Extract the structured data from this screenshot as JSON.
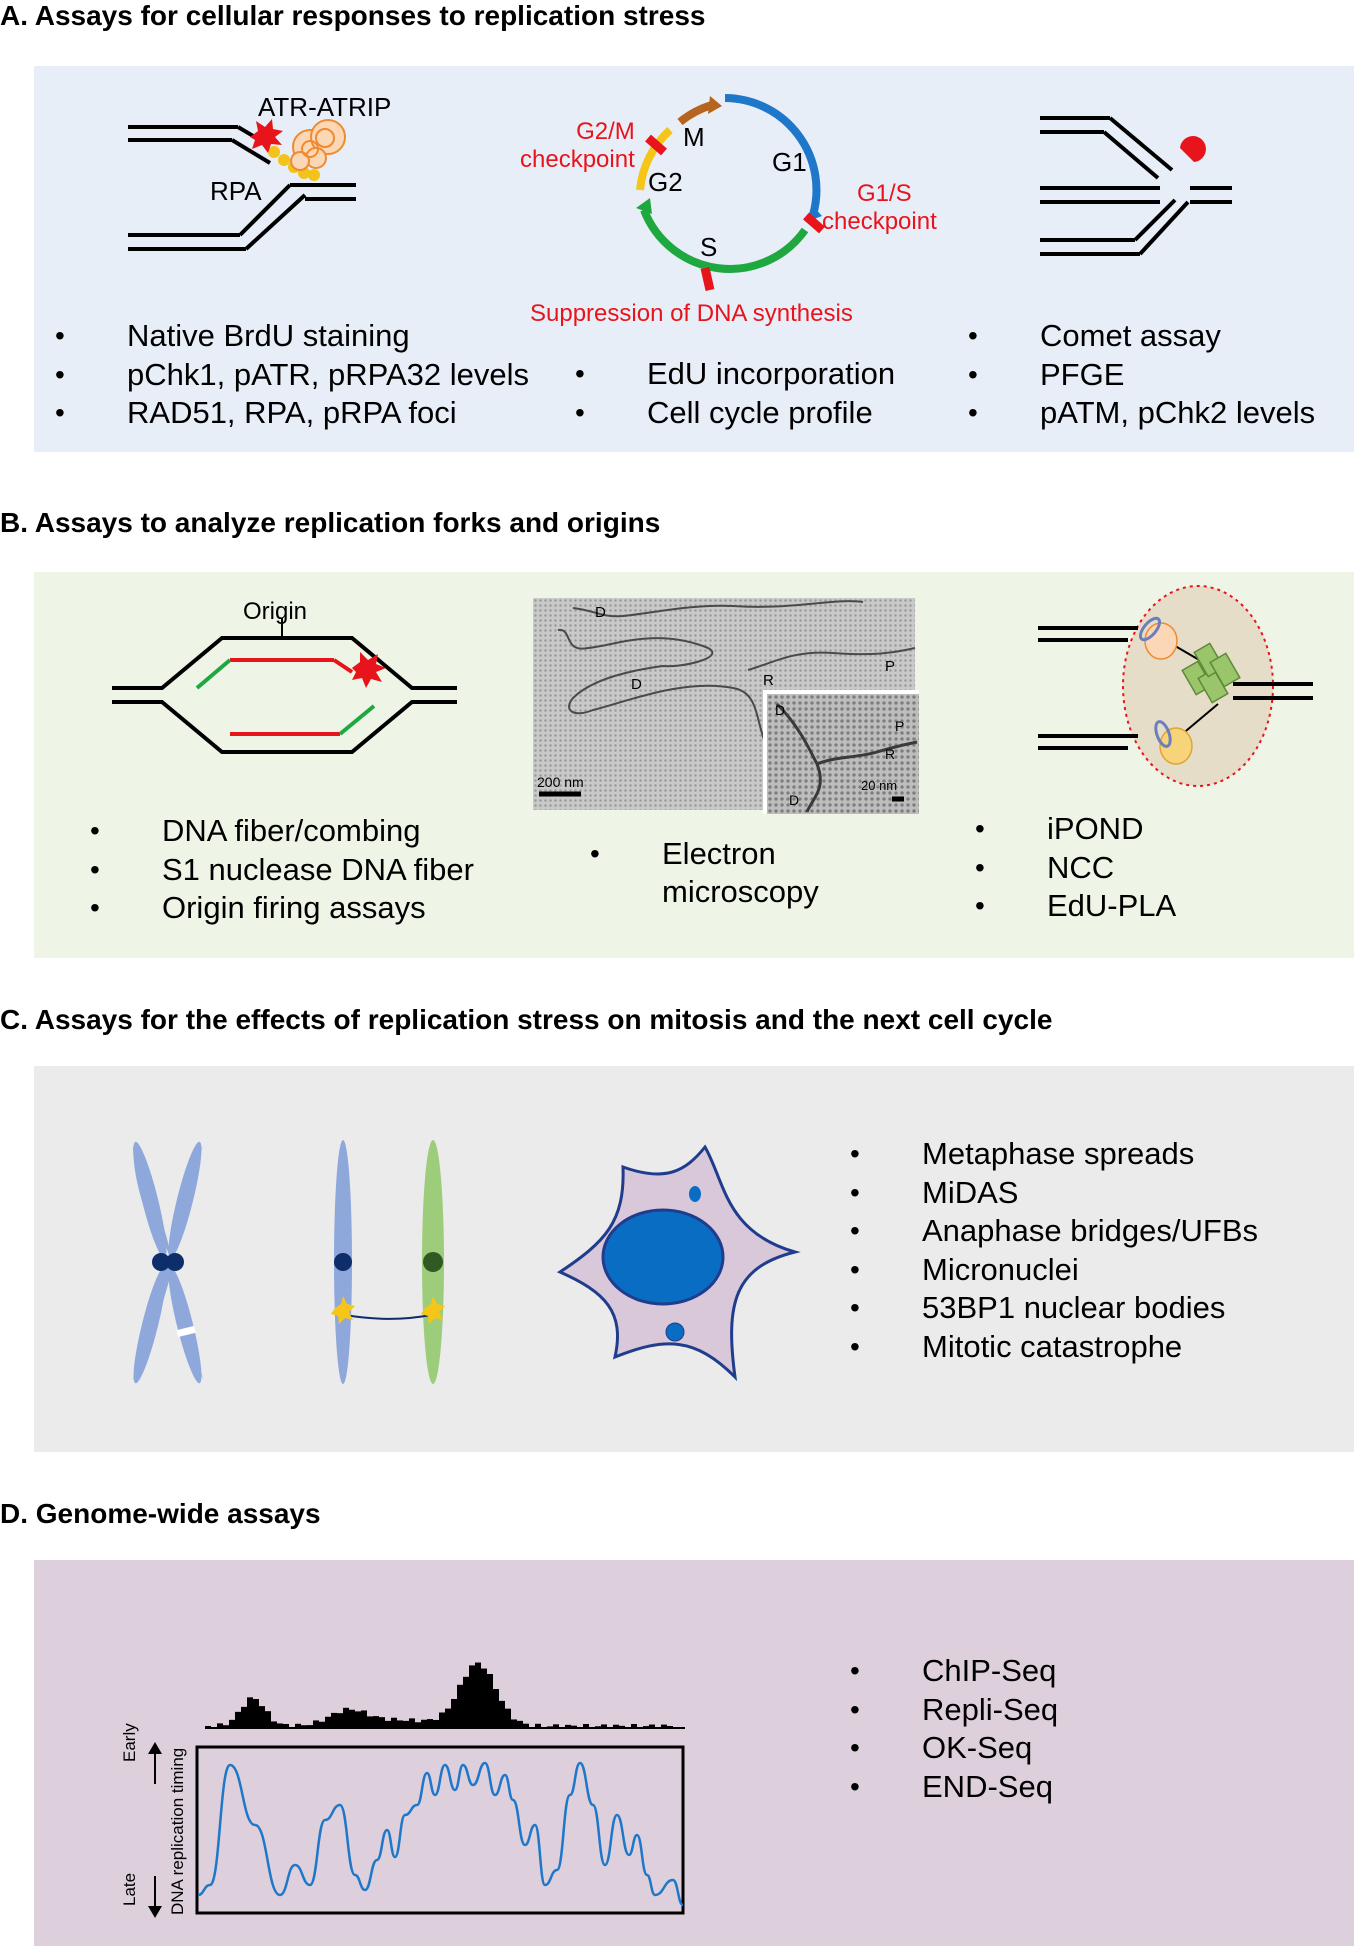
{
  "sections": {
    "a": {
      "heading": "A. Assays for cellular responses to replication stress",
      "labels": {
        "atr_atrip": "ATR-ATRIP",
        "rpa": "RPA",
        "g2m": [
          "G2/M",
          "checkpoint"
        ],
        "g1s": [
          "G1/S",
          "checkpoint"
        ],
        "phase_m": "M",
        "phase_g1": "G1",
        "phase_g2": "G2",
        "phase_s": "S",
        "suppression": "Suppression of DNA synthesis"
      },
      "left_bullets": [
        "Native BrdU staining",
        "pChk1, pATR, pRPA32 levels",
        "RAD51, RPA, pRPA foci"
      ],
      "middle_bullets": [
        "EdU incorporation",
        "Cell cycle profile"
      ],
      "right_bullets": [
        "Comet assay",
        "PFGE",
        "pATM, pChk2 levels"
      ]
    },
    "b": {
      "heading": "B. Assays to analyze replication forks and origins",
      "labels": {
        "origin": "Origin",
        "em_d1": "D",
        "em_d2": "D",
        "em_r": "R",
        "em_p": "P",
        "inset_d1": "D",
        "inset_d2": "D",
        "inset_p": "P",
        "inset_r": "R",
        "scale_main": "200 nm",
        "scale_inset": "20 nm"
      },
      "left_bullets": [
        "DNA fiber/combing",
        "S1 nuclease DNA fiber",
        "Origin firing assays"
      ],
      "middle_bullets": [
        "Electron microscopy"
      ],
      "middle_bullet_lines": [
        "Electron",
        "microscopy"
      ],
      "right_bullets": [
        "iPOND",
        "NCC",
        "EdU-PLA"
      ]
    },
    "c": {
      "heading": "C. Assays for the effects of replication stress on mitosis and the next cell cycle",
      "bullets": [
        "Metaphase spreads",
        "MiDAS",
        "Anaphase bridges/UFBs",
        "Micronuclei",
        "53BP1 nuclear bodies",
        "Mitotic catastrophe"
      ]
    },
    "d": {
      "heading": "D. Genome-wide assays",
      "axis": {
        "early": "Early",
        "late": "Late",
        "ylabel": "DNA replication timing"
      },
      "bullets": [
        "ChIP-Seq",
        "Repli-Seq",
        "OK-Seq",
        "END-Seq"
      ]
    }
  },
  "colors": {
    "panel_a": "#e8eef7",
    "panel_b": "#eef4e6",
    "panel_c": "#ebebeb",
    "panel_d": "#ddd0dc",
    "checkpoint_red": "#e8141c",
    "cycle_blue": "#1f77c9",
    "cycle_green": "#20a840",
    "cycle_yellow": "#f5c518",
    "cycle_brown": "#b5651d",
    "chromosome_blue": "#8fa8dc",
    "chromosome_green": "#9dcc7a",
    "nucleus_blue": "#0a6dc4",
    "timing_curve": "#1f77c9"
  }
}
